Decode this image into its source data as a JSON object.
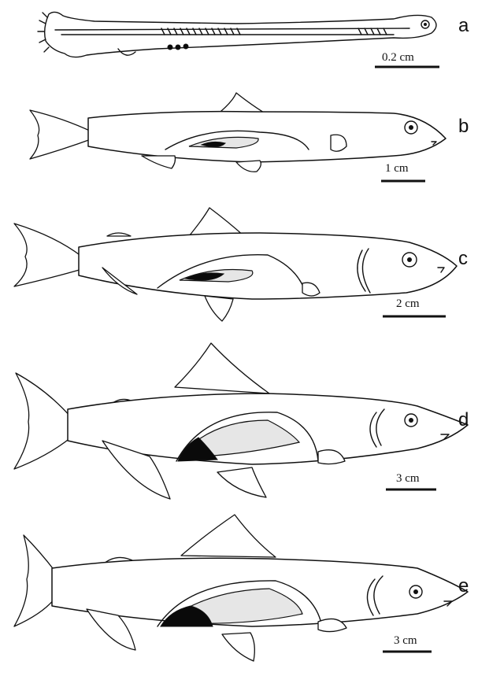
{
  "panels": [
    {
      "letter": "a",
      "scale_label": "0.2 cm"
    },
    {
      "letter": "b",
      "scale_label": "1 cm"
    },
    {
      "letter": "c",
      "scale_label": "2 cm"
    },
    {
      "letter": "d",
      "scale_label": "3 cm"
    },
    {
      "letter": "e",
      "scale_label": "3 cm"
    }
  ]
}
